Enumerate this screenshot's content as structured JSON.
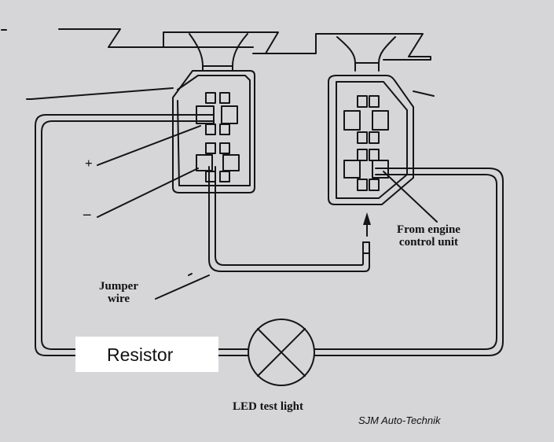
{
  "labels": {
    "plus": "+",
    "minus": "–",
    "jumper_line1": "Jumper",
    "jumper_line2": "wire",
    "ecu_line1": "From engine",
    "ecu_line2": "control unit",
    "led": "LED test light"
  },
  "resistor": {
    "label": "Resistor"
  },
  "credit": {
    "text": "SJM Auto-Technik"
  },
  "colors": {
    "background": "#d6d6d8",
    "line": "#151515",
    "resistor_box": "#ffffff"
  }
}
